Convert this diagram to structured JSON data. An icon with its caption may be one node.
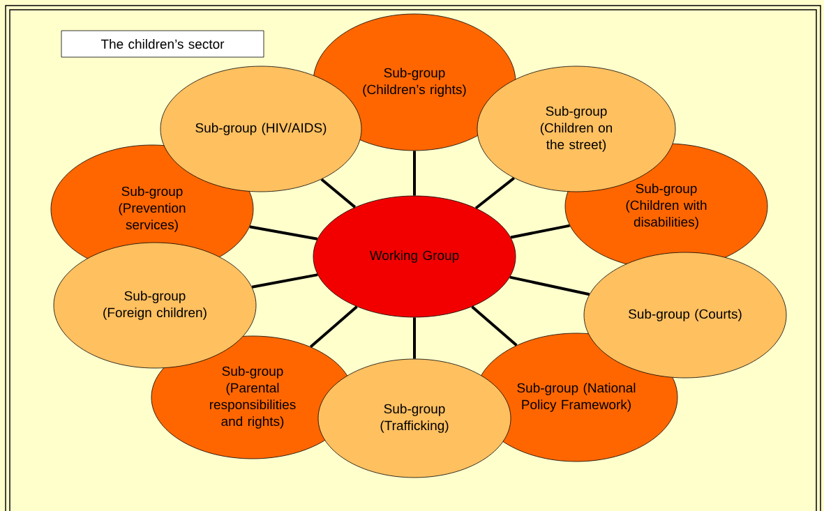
{
  "diagram": {
    "nodes": [
      {
        "text": [
          "The children’s sector"
        ]
      },
      {
        "text": [
          "Sub-group (Children’s rights)"
        ]
      },
      {
        "text": [
          "Sub-group (HIV/AIDS)"
        ]
      },
      {
        "text": [
          "Sub-group (Children on the street)"
        ]
      },
      {
        "text": [
          "Sub-group (Prevention services)"
        ]
      },
      {
        "text": [
          "Sub-group (Children with disabilities)"
        ]
      },
      {
        "text": [
          "Working Group"
        ]
      },
      {
        "text": [
          "Sub-group (Foreign children)"
        ]
      },
      {
        "text": [
          "Sub-group (Courts)"
        ]
      },
      {
        "text": [
          "Sub-group (Parental responsibilities and rights)"
        ]
      },
      {
        "text": [
          "Sub-group (National Policy Framework)"
        ]
      },
      {
        "text": [
          "Sub-group (Trafficking)"
        ]
      }
    ],
    "edges": [
      {
        "from": 6,
        "to": 1,
        "arrow": "none"
      },
      {
        "from": 6,
        "to": 2,
        "arrow": "none"
      },
      {
        "from": 6,
        "to": 3,
        "arrow": "none"
      },
      {
        "from": 6,
        "to": 4,
        "arrow": "none"
      },
      {
        "from": 6,
        "to": 5,
        "arrow": "none"
      },
      {
        "from": 6,
        "to": 7,
        "arrow": "none"
      },
      {
        "from": 6,
        "to": 8,
        "arrow": "none"
      },
      {
        "from": 6,
        "to": 9,
        "arrow": "none"
      },
      {
        "from": 6,
        "to": 10,
        "arrow": "none"
      },
      {
        "from": 6,
        "to": 11,
        "arrow": "none"
      }
    ]
  }
}
